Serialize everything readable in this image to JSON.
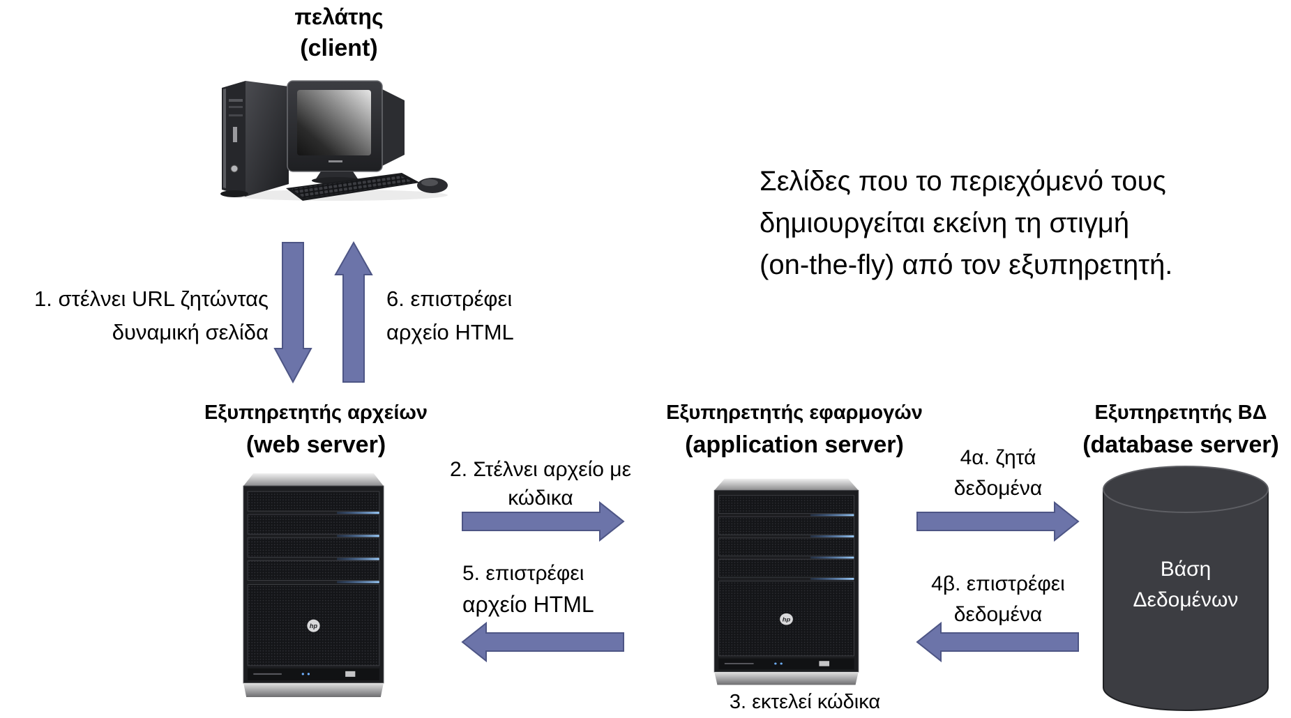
{
  "client": {
    "title": "πελάτης",
    "subtitle": "(client)"
  },
  "request": {
    "lines": [
      "1. στέλνει URL ζητώντας",
      "δυναμική σελίδα"
    ]
  },
  "response": {
    "lines": [
      "6. επιστρέφει",
      "αρχείο HTML"
    ]
  },
  "description": {
    "lines": [
      "Σελίδες που το περιεχόμενό τους",
      "δημιουργείται εκείνη τη στιγμή",
      "(on-the-fly) από τον εξυπηρετητή."
    ]
  },
  "web_server": {
    "title": "Εξυπηρετητής αρχείων",
    "subtitle": "(web server)",
    "logo": "hp"
  },
  "app_server": {
    "title": "Εξυπηρετητής εφαρμογών",
    "subtitle": "(application server)",
    "note": "3. εκτελεί κώδικα",
    "logo": "hp"
  },
  "db_server": {
    "title": "Εξυπηρετητής ΒΔ",
    "subtitle": "(database server)"
  },
  "database": {
    "lines": [
      "Βάση",
      "Δεδομένων"
    ]
  },
  "steps": {
    "send_code": [
      "2. Στέλνει αρχείο με",
      "κώδικα"
    ],
    "return_html": [
      "5. επιστρέφει",
      "αρχείο HTML"
    ],
    "request_data": [
      "4α. ζητά",
      "δεδομένα"
    ],
    "return_data": [
      "4β. επιστρέφει",
      "δεδομένα"
    ]
  },
  "colors": {
    "arrow_fill": "#6c74a9",
    "database_fill": "#3c3d42",
    "server_led": "#9fd0ff"
  }
}
